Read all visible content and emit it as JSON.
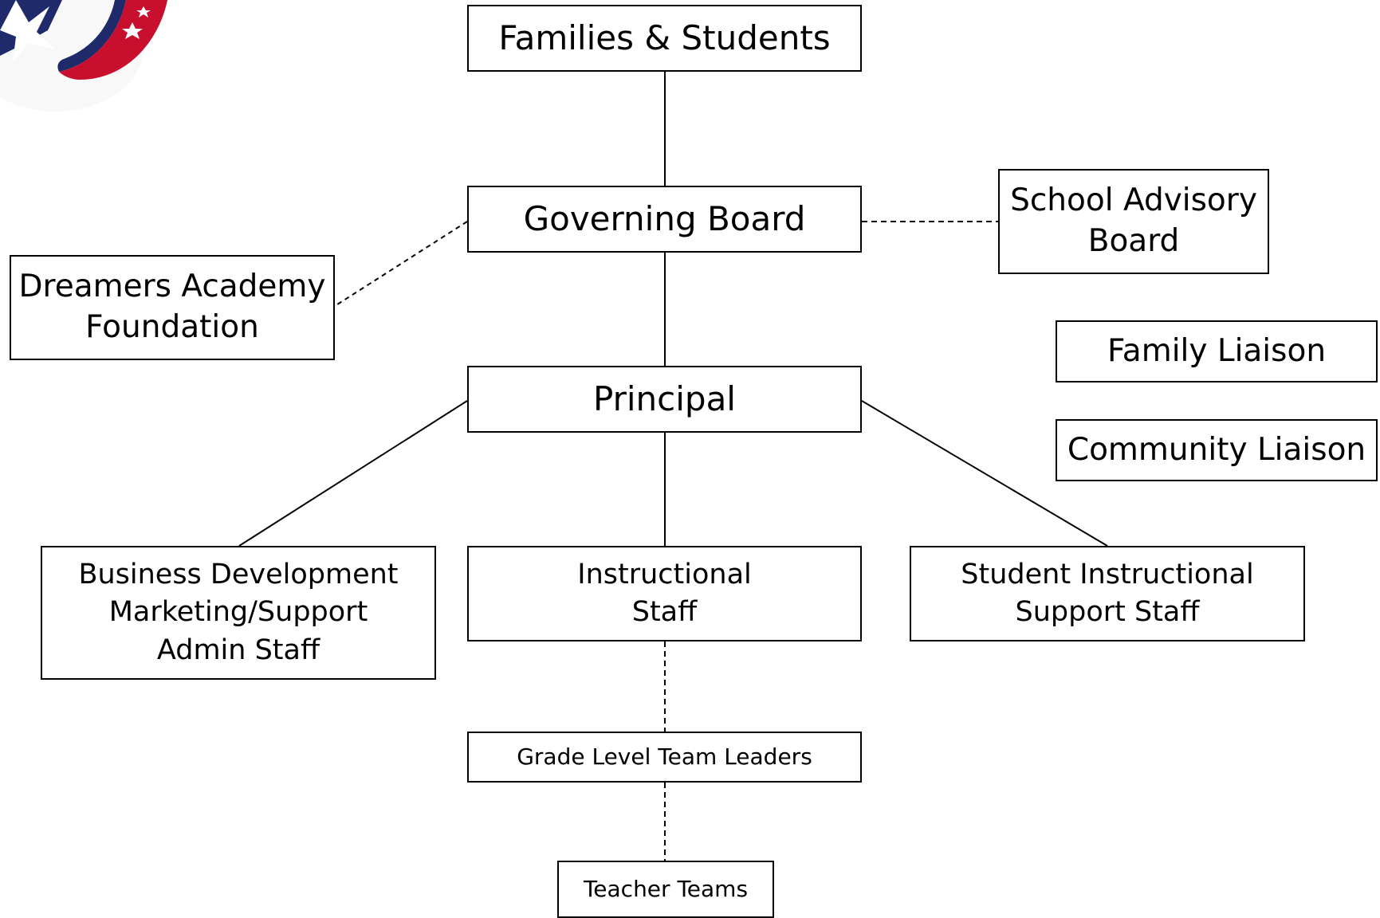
{
  "diagram": {
    "nodes": {
      "families": "Families & Students",
      "governing_board": "Governing Board",
      "school_advisory_board": "School Advisory\nBoard",
      "foundation": "Dreamers Academy\nFoundation",
      "family_liaison": "Family Liaison",
      "community_liaison": "Community Liaison",
      "principal": "Principal",
      "business_staff": "Business Development\nMarketing/Support\nAdmin Staff",
      "instructional_staff": "Instructional\nStaff",
      "student_support_staff": "Student Instructional\nSupport Staff",
      "grade_level_leaders": "Grade Level Team Leaders",
      "teacher_teams": "Teacher Teams"
    },
    "colors": {
      "line": "#000000",
      "logo_red": "#c8102e",
      "logo_blue": "#1f2a6b"
    }
  }
}
